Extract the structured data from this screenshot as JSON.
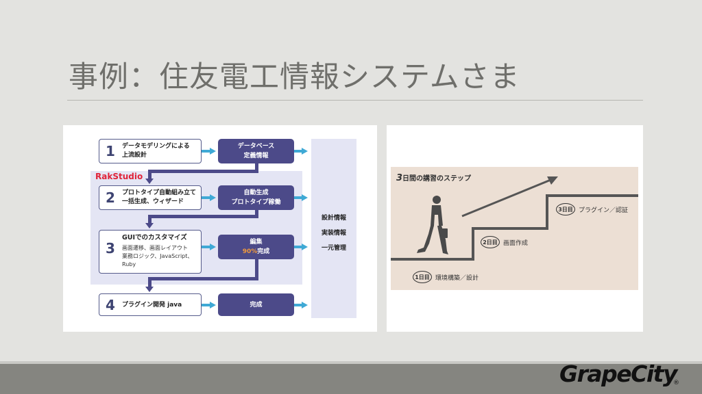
{
  "slide": {
    "title": "事例：住友電工情報システムさま"
  },
  "flow_diagram": {
    "rak_label": "RakStudio",
    "steps": [
      {
        "num": "1",
        "lines": [
          "データモデリングによる",
          "上流設計"
        ],
        "output": [
          "データベース",
          "定義情報"
        ]
      },
      {
        "num": "2",
        "lines": [
          "プロトタイプ自動組み立て",
          "一括生成、ウィザード"
        ],
        "output": [
          "自動生成",
          "プロトタイプ稼働"
        ]
      },
      {
        "num": "3",
        "title": "GUIでのカスタマイズ",
        "lines": [
          "画面遷移、画面レイアウト",
          "業務ロジック、JavaScript、",
          "Ruby"
        ],
        "output_line1": "編集",
        "output_pct": "90%",
        "output_rest": "完成"
      },
      {
        "num": "4",
        "lines": [
          "プラグイン開発 java"
        ],
        "output": [
          "完成"
        ]
      }
    ],
    "design_info": [
      "設計情報",
      "実装情報",
      "一元管理"
    ]
  },
  "steps_image": {
    "title_num": "3",
    "title_rest": "日間の講習のステップ",
    "days": [
      {
        "num": "1日目",
        "label": "環境構築／設計"
      },
      {
        "num": "2日目",
        "label": "画面作成"
      },
      {
        "num": "3日目",
        "label": "プラグイン／認証"
      }
    ],
    "colors": {
      "bg": "#ecdfd4",
      "stairs": "#555555",
      "arrow": "#555555"
    }
  },
  "logo": {
    "text": "GrapeCity",
    "mark": "®"
  }
}
